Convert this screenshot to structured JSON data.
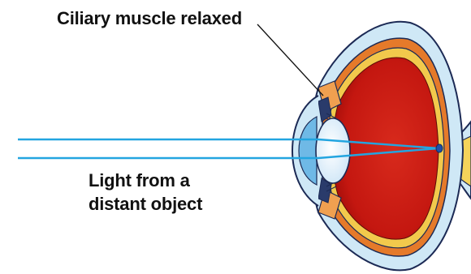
{
  "labels": {
    "ciliary": "Ciliary muscle relaxed",
    "light_line1": "Light from a",
    "light_line2": "distant object"
  },
  "colors": {
    "sclera": "#cfe8f6",
    "outline": "#1c2a55",
    "choroid": "#e57a2a",
    "retina": "#f2c94c",
    "vitreous": "#c81912",
    "lens": "#dff0fb",
    "cornea": "#6fb9e6",
    "rays": "#23a5e0",
    "optic_nerve": "#f5d35a",
    "fovea": "#1f4fa8"
  }
}
